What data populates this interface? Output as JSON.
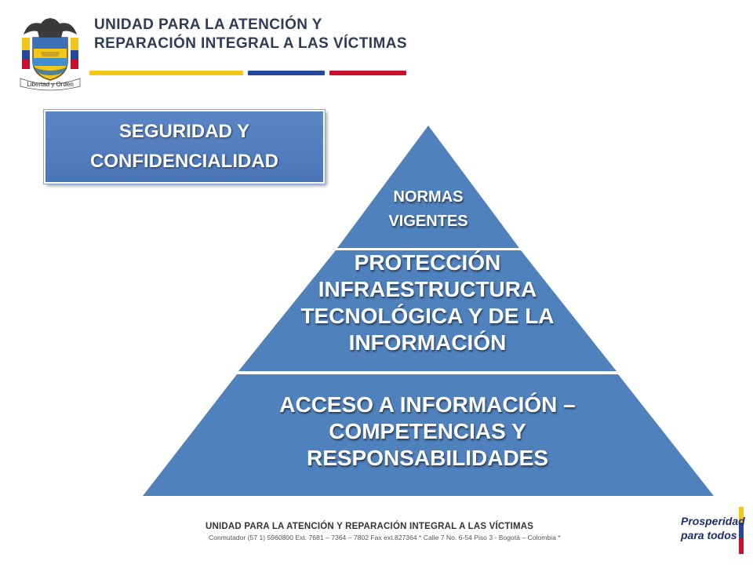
{
  "header": {
    "title_line1": "UNIDAD PARA LA ATENCIÓN Y",
    "title_line2": "REPARACIÓN INTEGRAL A LAS VÍCTIMAS",
    "seal_motto": "Libertad y Orden",
    "bar_colors": [
      "#f2c617",
      "#24479b",
      "#c8102e"
    ]
  },
  "category": {
    "label": "SEGURIDAD Y CONFIDENCIALIDAD",
    "color": "#4f7dc0"
  },
  "pyramid": {
    "color": "#4f81bd",
    "levels": [
      {
        "line1": "NORMAS",
        "line2": "VIGENTES"
      },
      {
        "text": "PROTECCIÓN INFRAESTRUCTURA TECNOLÓGICA Y DE LA INFORMACIÓN"
      },
      {
        "text": "ACCESO A INFORMACIÓN – COMPETENCIAS Y RESPONSABILIDADES"
      }
    ]
  },
  "footer": {
    "title": "UNIDAD PARA LA ATENCIÓN Y REPARACIÓN INTEGRAL A LAS VÍCTIMAS",
    "contact": "Conmutador (57 1) 5960800 Ext. 7681 – 7364 – 7802 Fax ext.827364 * Calle 7 No. 6-54 Piso 3 - Bogotá – Colombia *",
    "logo_line1": "Prosperidad",
    "logo_line2": "para todos",
    "logo_colors": [
      "#f2c617",
      "#24479b",
      "#c8102e"
    ]
  }
}
